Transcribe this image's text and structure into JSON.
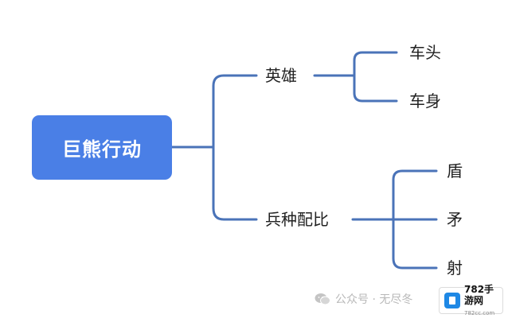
{
  "mindmap": {
    "root": "巨熊行动",
    "branches": [
      {
        "label": "英雄",
        "children": [
          "车头",
          "车身"
        ]
      },
      {
        "label": "兵种配比",
        "children": [
          "盾",
          "矛",
          "射"
        ]
      }
    ]
  },
  "colors": {
    "root_fill": "#4a7fe6",
    "connector": "#4a73b8",
    "text": "#222222"
  },
  "watermark": {
    "text": "公众号 · 无尽冬",
    "icon": "wechat-icon"
  },
  "site_badge": {
    "brand": "782手游网",
    "domain": "782cc.com",
    "icon": "site-logo-icon"
  }
}
